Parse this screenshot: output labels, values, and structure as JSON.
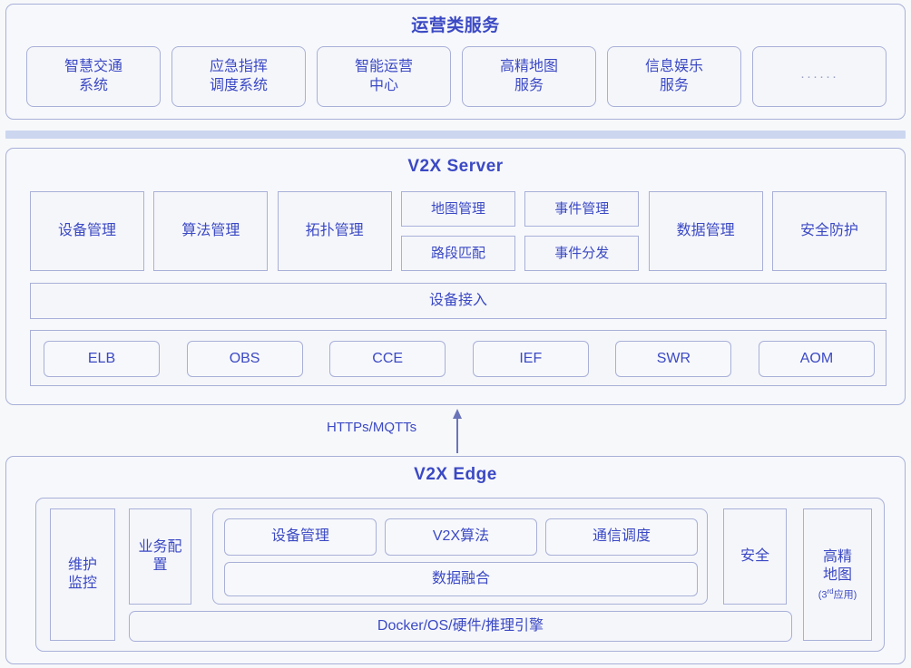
{
  "diagram": {
    "sections": {
      "operations": {
        "title": "运营类服务",
        "items": [
          {
            "label": "智慧交通\n系统"
          },
          {
            "label": "应急指挥\n调度系统"
          },
          {
            "label": "智能运营\n中心"
          },
          {
            "label": "高精地图\n服务"
          },
          {
            "label": "信息娱乐\n服务"
          },
          {
            "label": "······"
          }
        ]
      },
      "v2x_server": {
        "title": "V2X Server",
        "modules": [
          {
            "label": "设备管理",
            "type": "single"
          },
          {
            "label": "算法管理",
            "type": "single"
          },
          {
            "label": "拓扑管理",
            "type": "single"
          },
          {
            "type": "stack",
            "items": [
              "地图管理",
              "路段匹配"
            ]
          },
          {
            "type": "stack",
            "items": [
              "事件管理",
              "事件分发"
            ]
          },
          {
            "label": "数据管理",
            "type": "single"
          },
          {
            "label": "安全防护",
            "type": "single"
          }
        ],
        "device_access": "设备接入",
        "cloud_services": [
          "ELB",
          "OBS",
          "CCE",
          "IEF",
          "SWR",
          "AOM"
        ]
      },
      "connector": {
        "label": "HTTPs/MQTTs",
        "direction": "up"
      },
      "v2x_edge": {
        "title": "V2X Edge",
        "maintenance": "维护\n监控",
        "biz_config": "业务配\n置",
        "core_modules": [
          "设备管理",
          "V2X算法",
          "通信调度"
        ],
        "data_fusion": "数据融合",
        "security": "安全",
        "hd_map": {
          "label": "高精\n地图",
          "sub_prefix": "(3",
          "sub_sup": "rd",
          "sub_suffix": "应用)"
        },
        "platform": "Docker/OS/硬件/推理引擎"
      }
    },
    "colors": {
      "accent": "#3b49c4",
      "border": "#a8b0d8",
      "background": "#f7f8fa",
      "box_fill": "#f5f6fa",
      "divider": "#ccd6ef",
      "muted": "#9aa3c0"
    }
  }
}
